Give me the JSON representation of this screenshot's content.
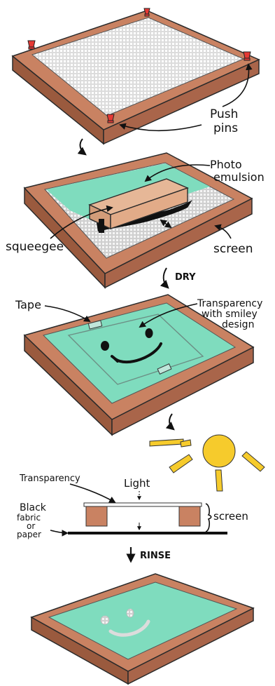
{
  "labels": {
    "push_pins": [
      "Push",
      "pins"
    ],
    "photo_emulsion": [
      "Photo",
      "emulsion"
    ],
    "squeegee": "squeegee",
    "screen_step2": "screen",
    "dry": "DRY",
    "tape": "Tape",
    "transparency_smiley": [
      "Transparency",
      "with smiley",
      "design"
    ],
    "transparency": "Transparency",
    "light": "Light",
    "black_fabric": [
      "Black",
      "fabric",
      "or",
      "paper"
    ],
    "screen_step4": "screen",
    "rinse": "RINSE"
  },
  "colors": {
    "frame_top": "#c98262",
    "frame_side": "#9a5a3e",
    "frame_outline": "#2a2a2a",
    "mesh": "#e4e4e4",
    "mesh_grid": "#ffffff",
    "emulsion": "#7fdcbe",
    "squeegee_wood": "#e6b797",
    "sun": "#f6cb2c",
    "pin": "#e53935",
    "line": "#111111"
  }
}
